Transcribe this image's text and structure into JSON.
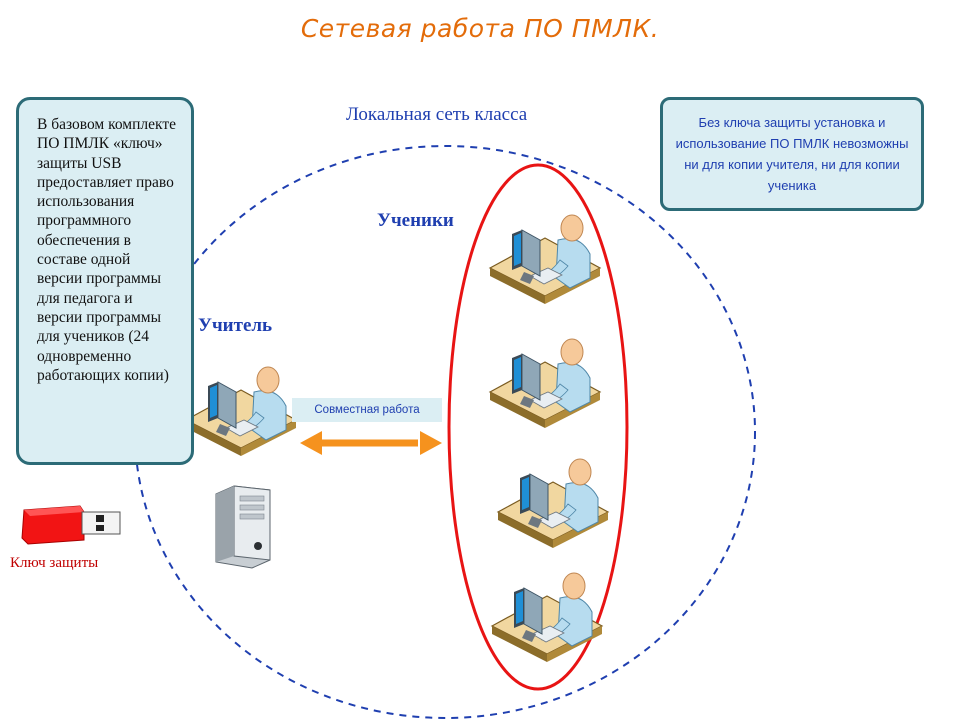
{
  "title": "Сетевая работа ПО ПМЛК.",
  "network_label": "Локальная сеть класса",
  "students_label": "Ученики",
  "teacher_label": "Учитель",
  "left_note": "В базовом комплекте ПО ПМЛК «ключ» защиты  USB предоставляет право использования программного обеспечения в составе одной версии программы для педагога и версии программы для учеников (24 одновременно работающих копии)",
  "right_note": "Без ключа защиты установка и использование ПО ПМЛК невозможны ни для копии учителя, ни для копии ученика",
  "collaboration_label": "Совместная работа",
  "key_label": "Ключ защиты",
  "colors": {
    "title": "#e36c0a",
    "network": "#1f3fb0",
    "student_group": "#e81414",
    "arrow": "#f5921e",
    "note_border": "#2c6b77",
    "note_fill": "#dbeef3",
    "key": "#c00000"
  },
  "icons": [
    "user-at-computer-icon",
    "system-unit-icon",
    "usb-key-icon",
    "double-arrow-icon"
  ]
}
